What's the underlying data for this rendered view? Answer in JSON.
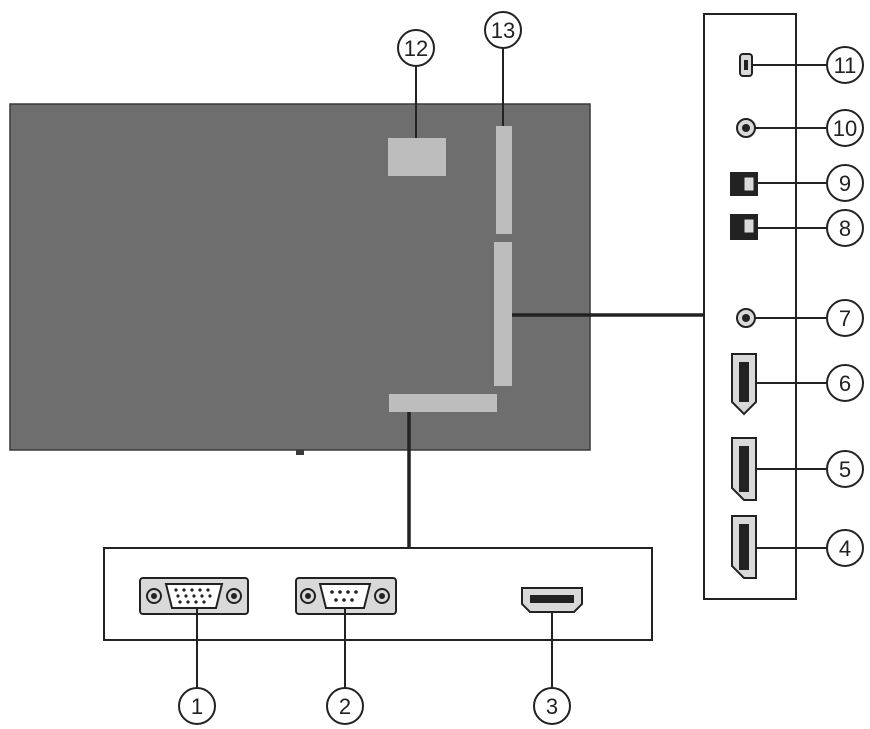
{
  "colors": {
    "panel": "#6e6e6e",
    "panel_edge": "#3a3a3a",
    "slot": "#bdbdbd",
    "line": "#222222",
    "port_fill": "#d9d9d9",
    "background": "#ffffff"
  },
  "callouts": {
    "c1": "1",
    "c2": "2",
    "c3": "3",
    "c4": "4",
    "c5": "5",
    "c6": "6",
    "c7": "7",
    "c8": "8",
    "c9": "9",
    "c10": "10",
    "c11": "11",
    "c12": "12",
    "c13": "13"
  },
  "icons": {
    "c1": "vga-port-icon",
    "c2": "serial-port-icon",
    "c3": "hdmi-port-icon",
    "c4": "displayport-icon",
    "c5": "displayport-icon",
    "c6": "hdmi-port-icon",
    "c7": "audio-jack-icon",
    "c8": "usb-port-icon",
    "c9": "usb-port-icon",
    "c10": "audio-jack-icon",
    "c11": "micro-usb-port-icon"
  }
}
